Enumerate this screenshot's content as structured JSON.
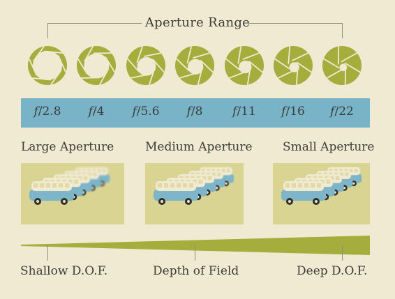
{
  "title": "Aperture Range",
  "fstops": [
    {
      "prefix": "f",
      "value": "/2.8",
      "open": 1.0
    },
    {
      "prefix": "f",
      "value": "/4",
      "open": 0.82
    },
    {
      "prefix": "f",
      "value": "/5.6",
      "open": 0.55
    },
    {
      "prefix": "f",
      "value": "/8",
      "open": 0.42
    },
    {
      "prefix": "f",
      "value": "/11",
      "open": 0.3
    },
    {
      "prefix": "f",
      "value": "/16",
      "open": 0.18
    },
    {
      "prefix": "f",
      "value": "/22",
      "open": 0.08
    }
  ],
  "aperture_labels": {
    "large": "Large Aperture",
    "medium": "Medium Aperture",
    "small": "Small Aperture"
  },
  "dof_labels": {
    "shallow": "Shallow D.O.F.",
    "middle": "Depth of Field",
    "deep": "Deep D.O.F."
  },
  "colors": {
    "background": "#f1ead3",
    "aperture_green": "#a5ad3c",
    "bar_blue": "#78b3c8",
    "photo_bg": "#d9d492",
    "bus_blue": "#7eb5c9",
    "bus_cream": "#f0ead0",
    "text": "#3c3c38"
  },
  "photos": [
    {
      "name": "shallow",
      "blur": [
        0,
        0.4,
        0.8,
        1.2,
        1.6
      ]
    },
    {
      "name": "medium",
      "blur": [
        0,
        0.2,
        0.4,
        0.6,
        0.8
      ]
    },
    {
      "name": "deep",
      "blur": [
        0,
        0,
        0,
        0,
        0
      ]
    }
  ]
}
